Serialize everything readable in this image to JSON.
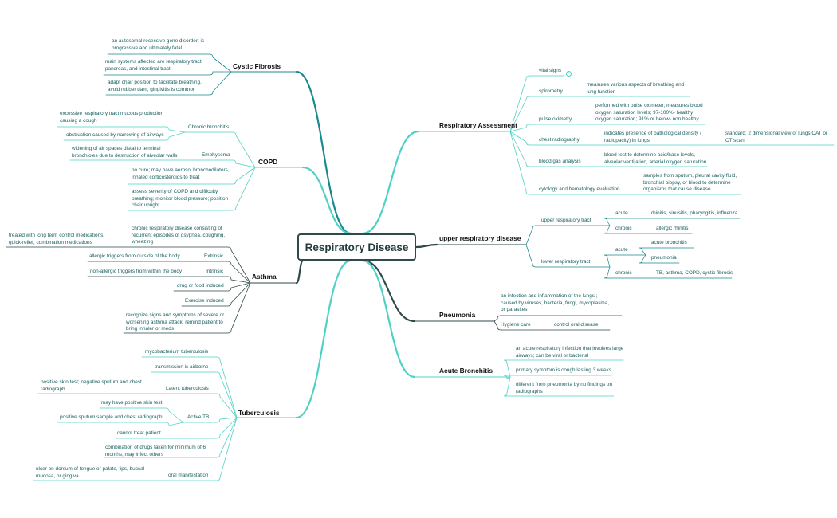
{
  "title": "Respiratory Disease",
  "branches": {
    "cystic_fibrosis": {
      "label": "Cystic Fibrosis",
      "items": [
        "an autosomal recessive gene disorder; is\nprogressive and ultimately fatal",
        "main systems affected are respiratory tract,\npancreas, and intestinal tract",
        "adapt chair position to facilitate breathing,\navoid rubber dam, gingivitis is common"
      ]
    },
    "copd": {
      "label": "COPD",
      "chronic_bronchitis": "Chronic bronchitis",
      "cb_items": [
        "excessive respiratory tract mucous production\ncausing a cough",
        "obstruction caused by narrowing of airways"
      ],
      "emphysema": "Emphysema",
      "em_item": "widening of air spaces distal to terminal\nbronchioles due to destruction of alveolar walls",
      "items": [
        "no cure; may have aerosol bronchodilators,\ninhaled corticosteroids to treat",
        "assess severity of COPD and difficulty\nbreathing; monitor blood pressure; position\nchair upright"
      ]
    },
    "asthma": {
      "label": "Asthma",
      "definition": "chronic respiratory disease consisting of\nrecurrent episodes of dsypnea, coughing,\nwheezing",
      "treatment": "treated with long term control medications,\nquick-relief, combination medications",
      "extrinsic": "Extrinsic",
      "extrinsic_item": "allergic triggers from outside of the body",
      "intrinsic": "Intrinsic",
      "intrinsic_item": "non-allergic triggers from within the body",
      "drug": "drug or food induced",
      "exercise": "Exercise induced",
      "recognize": "recognize signs and symptoms of severe or\nworsening asthma attack; remind patient to\nbring inhaler or meds"
    },
    "tuberculosis": {
      "label": "Tuberculosis",
      "mycobacterium": "mycobacterium tuberculosis",
      "transmission": "transmission is airborne",
      "latent": "Latent tuberculosis",
      "latent_item": "positive skin test; negative sputum and chest\nradiograph",
      "active": "Active TB",
      "active_items": [
        "may have positive skin test",
        "positive sputum sample and chest radiograph"
      ],
      "cannot_treat": "cannot treat patient",
      "drugs": "combination of drugs taken for minimum of 6\nmonths; may infect others",
      "oral": "oral manifestation",
      "oral_item": "ulcer on dorsum of tongue or palate, lips, buccal\nmucosa, or gingiva"
    },
    "assessment": {
      "label": "Respiratory Assessment",
      "vital": "vital signs",
      "spirometry": "spirometry",
      "spirometry_item": "measures various aspects of breathing and\nlung function",
      "pulse": "pulse oximetry",
      "pulse_item": "performed with pulse oximeter; measures blood\noxygen saturation levels; 97-100%- healthy\noxygen saturation; 91% or below- non healthy",
      "chest": "chest radiography",
      "chest_item": "indicates presence of pathological density (\nradiopacity) in lungs",
      "chest_sub": "standard: 2 dimensional view of lungs CAT or\nCT scan",
      "gas": "blood gas analysis",
      "gas_item": "blood test to determine acid/base levels,\nalveolar ventilation, arterial oxygen saturation",
      "cyto": "cytology and hematology evaluation",
      "cyto_item": "samples from sputum, pleural cavity fluid,\nbronchial biopsy, or blood to determine\norganisms that cause disease"
    },
    "upper": {
      "label": "upper respiratory disease",
      "upper_tract": "upper respiratory tract",
      "acute": "acute",
      "upper_acute_item": "rhinitis, sinusitis, pharyngitis, influenza",
      "chronic": "chronic",
      "upper_chronic_item": "allergic rhinitis",
      "lower_tract": "lower respiratory tract",
      "lower_acute_items": [
        "acute bronchitis",
        "pneumonia"
      ],
      "lower_chronic_item": "TB, asthma, COPD, cystic fibrosis"
    },
    "pneumonia": {
      "label": "Pneumonia",
      "definition": "an infection and inflammation of the lungs ;\ncaused by viruses, bacteria, fungi, mycoplasma,\nor parasites",
      "hygiene": "Hygiene care",
      "hygiene_item": "control oral disease"
    },
    "bronchitis": {
      "label": "Acute Bronchitis",
      "items": [
        "an acute respiratory infection that involves large\nairways; can be viral or bacterial",
        "primary symptom is cough lasting 3 weeks",
        "different from pneumonia by no findings on\nradiographs"
      ]
    }
  },
  "colors": {
    "dark": "#2f4a4b",
    "teal": "#19898f",
    "light": "#4fd1c5",
    "text": "#1a5f60"
  }
}
